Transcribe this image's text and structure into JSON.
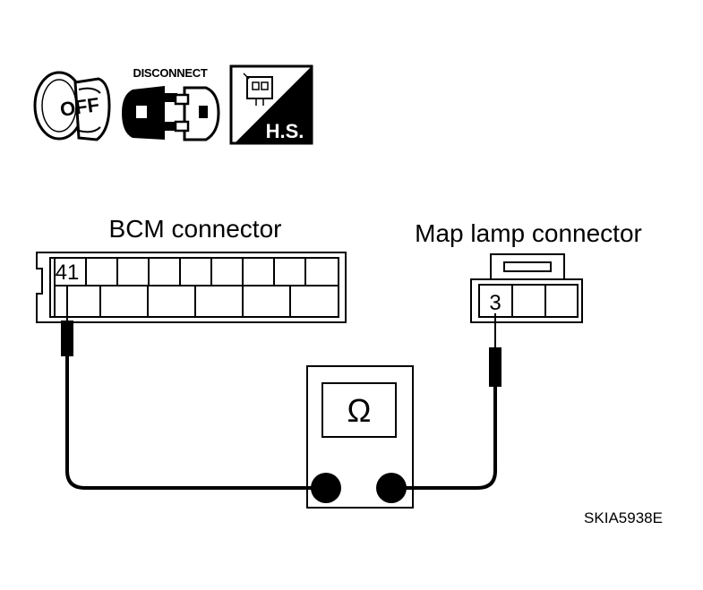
{
  "icons": {
    "ignition": {
      "icon": "ignition-key-icon",
      "text": "OFF"
    },
    "disconnect": {
      "icon": "connector-disconnect-icon",
      "text": "DISCONNECT"
    },
    "harness_side": {
      "icon": "harness-side-icon",
      "text": "H.S."
    }
  },
  "bcm_connector": {
    "title": "BCM connector",
    "terminal": "41"
  },
  "map_lamp_connector": {
    "title": "Map lamp connector",
    "terminal": "3"
  },
  "ohmmeter": {
    "symbol": "Ω"
  },
  "figure_id": "SKIA5938E"
}
